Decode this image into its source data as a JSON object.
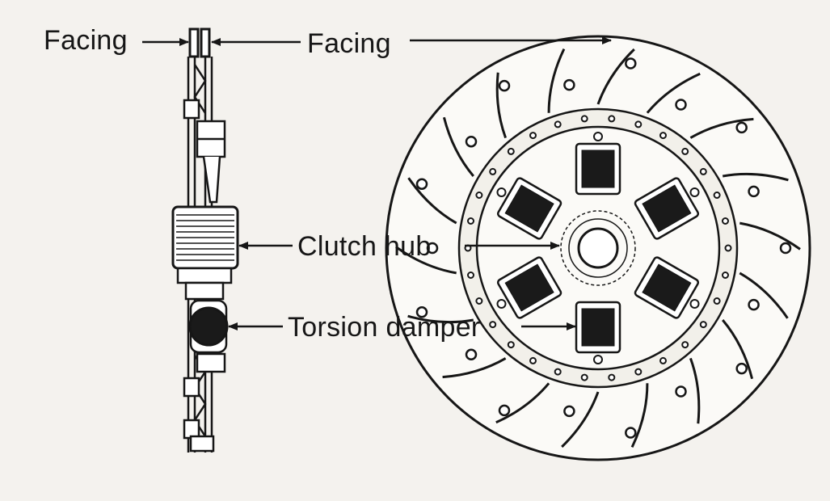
{
  "labels": {
    "facing_left": "Facing",
    "facing_right": "Facing",
    "clutch_hub": "Clutch hub",
    "torsion_damper": "Torsion damper"
  },
  "colors": {
    "ink": "#161616",
    "paper": "#f4f2ee",
    "fill_dark": "#1a1a1a",
    "shade": "#d8d6d0"
  }
}
